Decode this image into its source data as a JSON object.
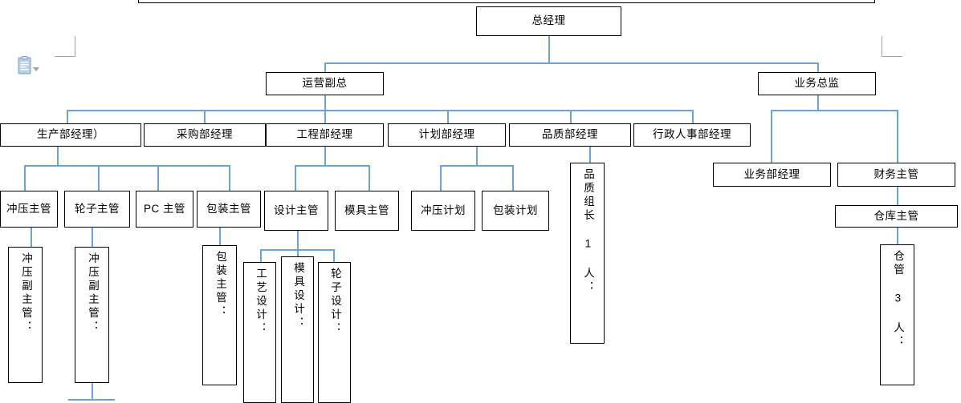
{
  "document": {
    "type": "organization-chart",
    "language": "zh-CN"
  },
  "chart_title_box": {
    "label": ""
  },
  "levels": {
    "level1": [
      {
        "id": "gm",
        "label": "总经理"
      }
    ],
    "level2": [
      {
        "id": "ops-vp",
        "label": "运营副总"
      },
      {
        "id": "biz-director",
        "label": "业务总监"
      }
    ],
    "level3": [
      {
        "id": "prod-mgr",
        "label": "生产部经理）"
      },
      {
        "id": "purchase-mgr",
        "label": "采购部经理"
      },
      {
        "id": "eng-mgr",
        "label": "工程部经理"
      },
      {
        "id": "plan-mgr",
        "label": "计划部经理"
      },
      {
        "id": "quality-mgr",
        "label": "品质部经理"
      },
      {
        "id": "hr-mgr",
        "label": "行政人事部经理"
      },
      {
        "id": "sales-mgr",
        "label": "业务部经理"
      },
      {
        "id": "finance-sup",
        "label": "财务主管"
      }
    ],
    "level4": [
      {
        "id": "stamp-sup",
        "label": "冲压主管"
      },
      {
        "id": "wheel-sup",
        "label": "轮子主管"
      },
      {
        "id": "pc-sup",
        "label": "PC 主管"
      },
      {
        "id": "pack-sup",
        "label": "包装主管"
      },
      {
        "id": "design-sup",
        "label": "设计主管"
      },
      {
        "id": "mold-sup",
        "label": "模具主管"
      },
      {
        "id": "stamp-plan",
        "label": "冲压计划"
      },
      {
        "id": "pack-plan",
        "label": "包装计划"
      },
      {
        "id": "quality-leader",
        "label": "品质组长 1 人："
      },
      {
        "id": "warehouse-sup",
        "label": "仓库主管"
      }
    ],
    "level5": [
      {
        "id": "stamp-deputy-1",
        "label": "冲压副主管："
      },
      {
        "id": "stamp-deputy-2",
        "label": "冲压副主管："
      },
      {
        "id": "pack-sup-sub",
        "label": "包装主管："
      },
      {
        "id": "process-design",
        "label": "工艺设计："
      },
      {
        "id": "mold-design",
        "label": "模具设计："
      },
      {
        "id": "wheel-design",
        "label": "轮子设计："
      },
      {
        "id": "warehouse-keeper",
        "label": "仓管 3 人："
      }
    ]
  },
  "toolbar": {
    "paste_options_icon": "clipboard-paste-icon",
    "paste_options_dropdown": "chevron-down-icon"
  },
  "colors": {
    "connector": "#6aa3d5",
    "box_border": "#000000",
    "box_fill": "#ffffff",
    "margin_mark": "#a6a6a6",
    "page_background": "#ffffff"
  }
}
